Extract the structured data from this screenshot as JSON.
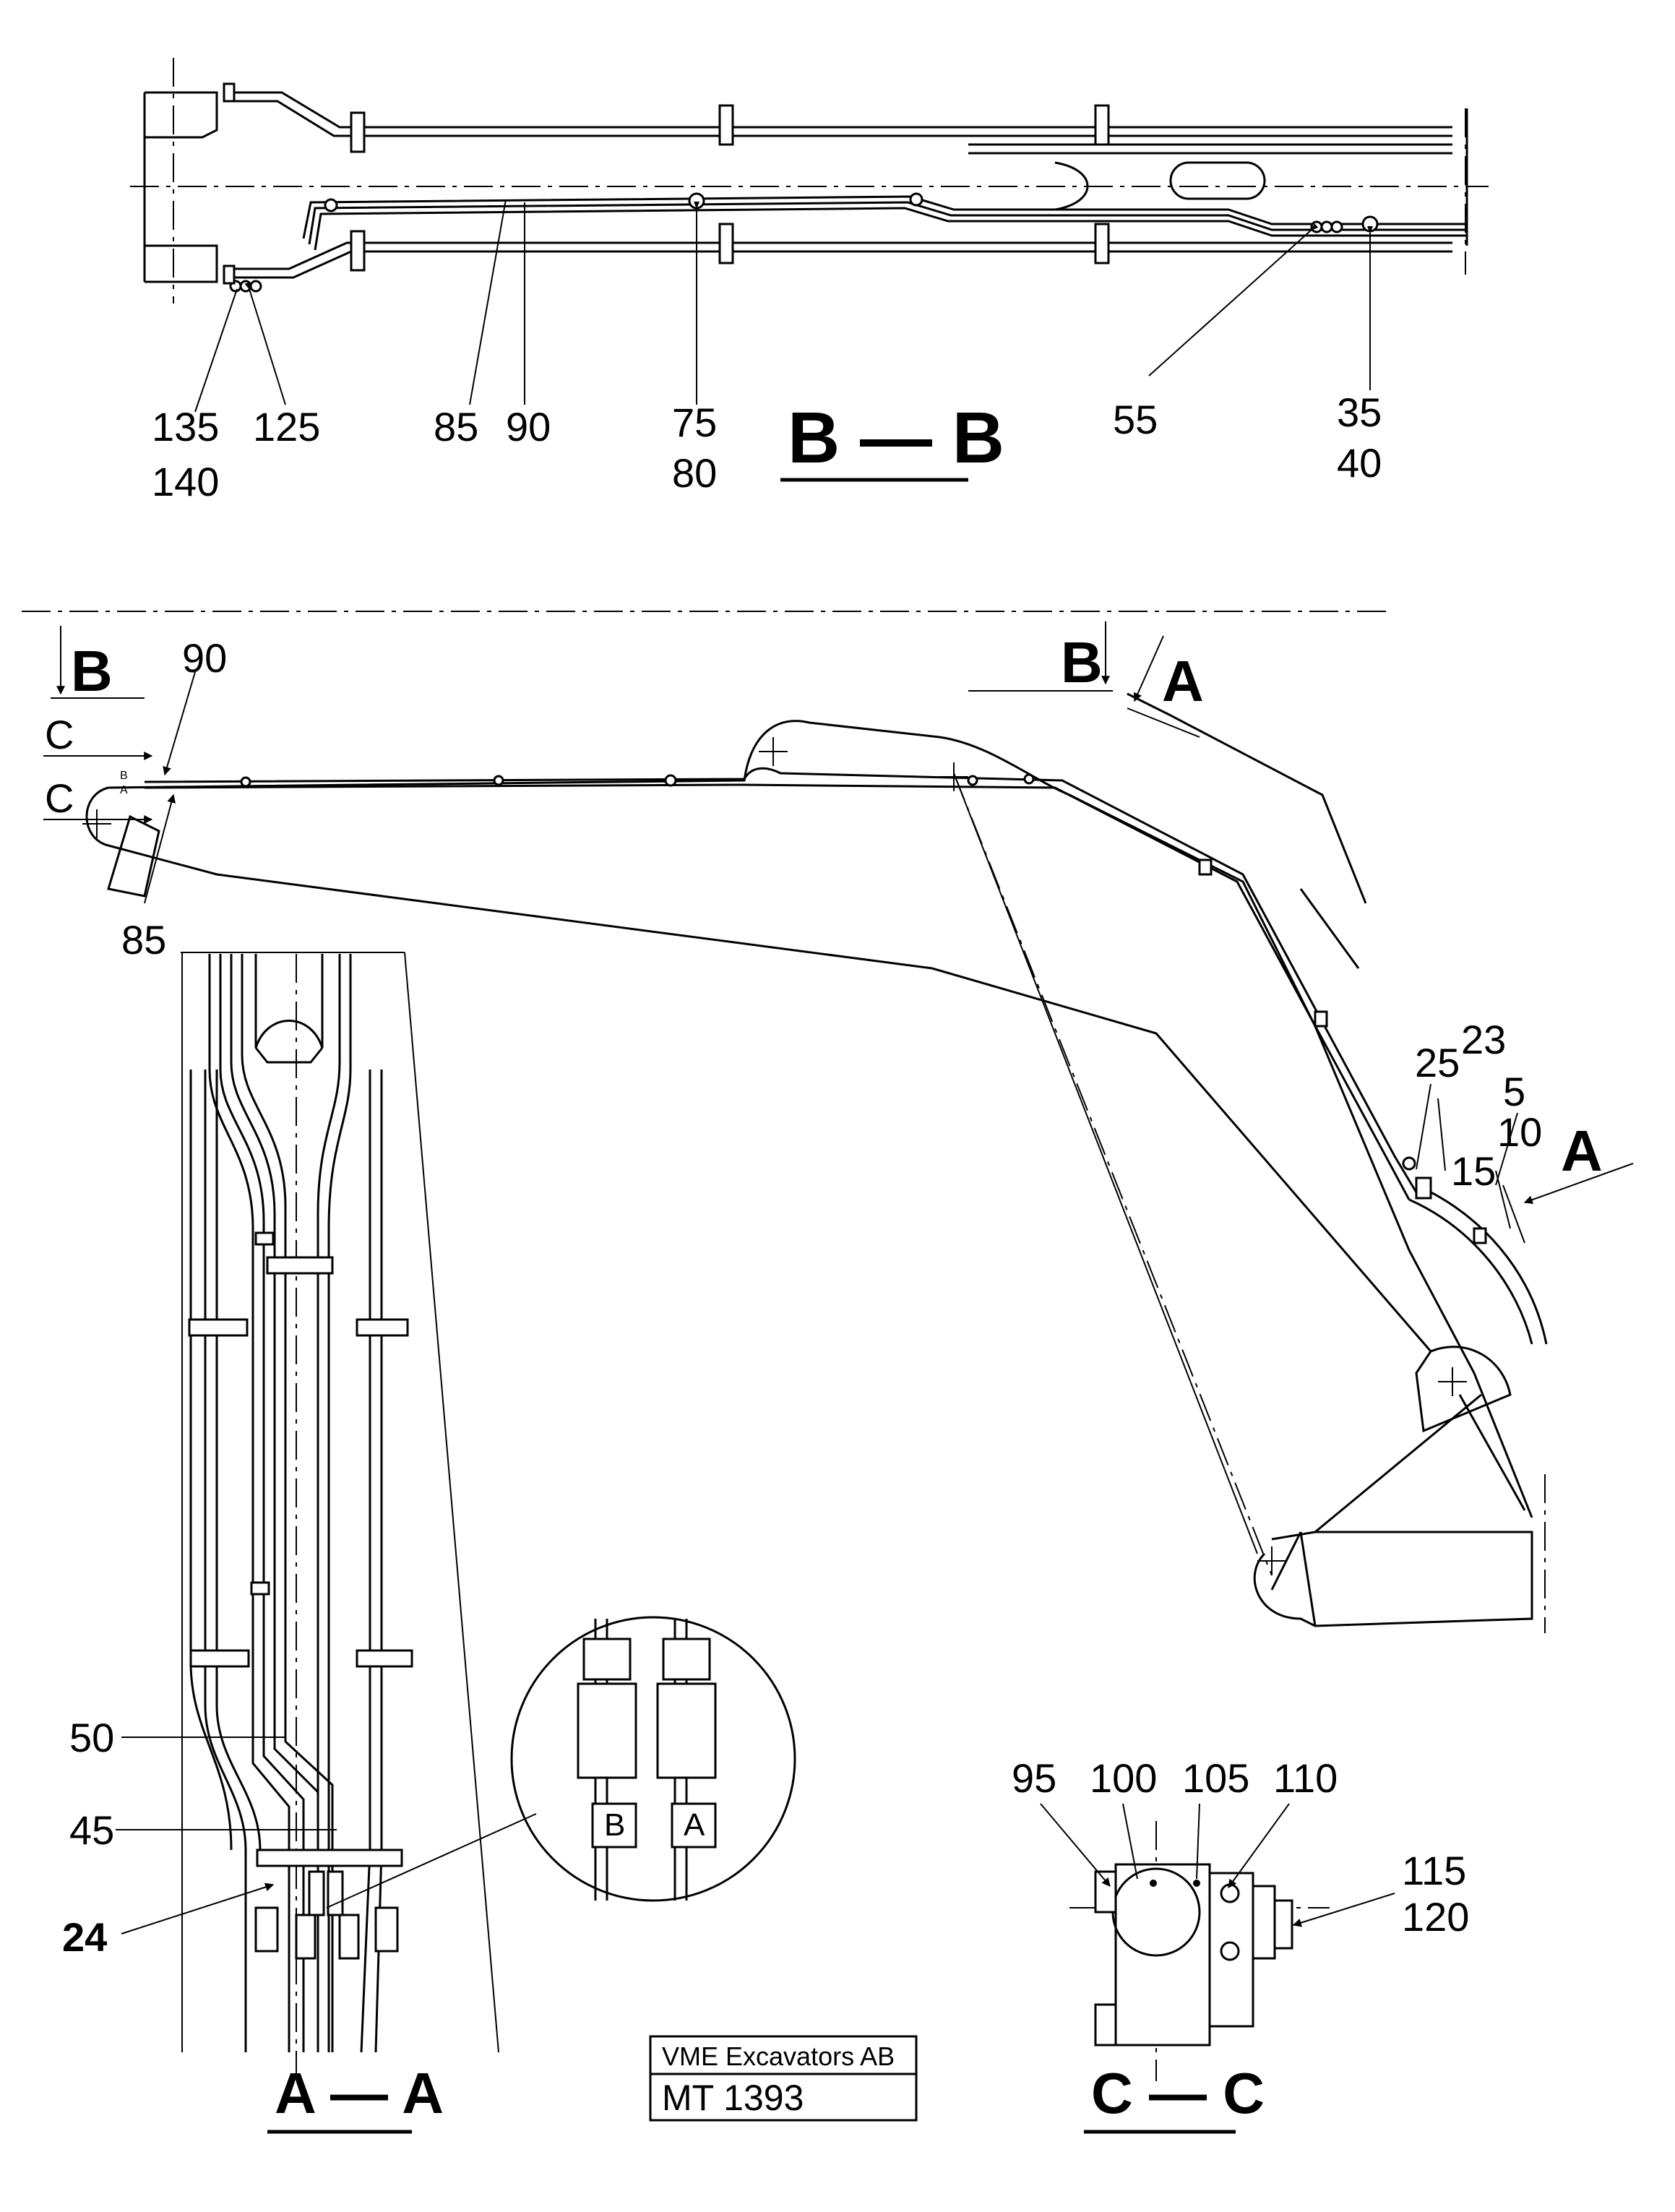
{
  "section_bb": {
    "title": "B — B",
    "callouts": {
      "c135": "135",
      "c140": "140",
      "c125": "125",
      "c85": "85",
      "c90": "90",
      "c75": "75",
      "c80": "80",
      "c55": "55",
      "c35": "35",
      "c40": "40"
    }
  },
  "side_view": {
    "marker_b": "B",
    "marker_b2": "B",
    "marker_a": "A",
    "marker_a2": "A",
    "marker_c1": "C",
    "marker_c2": "C",
    "port_b": "B",
    "port_a": "A",
    "callouts": {
      "c90": "90",
      "c85": "85",
      "c23": "23",
      "c25": "25",
      "c5": "5",
      "c10": "10",
      "c15": "15"
    }
  },
  "section_aa": {
    "title": "A — A",
    "callouts": {
      "c50": "50",
      "c45": "45",
      "c24": "24"
    },
    "detail_labels": {
      "b": "B",
      "a": "A"
    }
  },
  "section_cc": {
    "title": "C — C",
    "callouts": {
      "c95": "95",
      "c100": "100",
      "c105": "105",
      "c110": "110",
      "c115": "115",
      "c120": "120"
    }
  },
  "title_block": {
    "company": "VME Excavators AB",
    "drawing_number": "MT 1393"
  }
}
